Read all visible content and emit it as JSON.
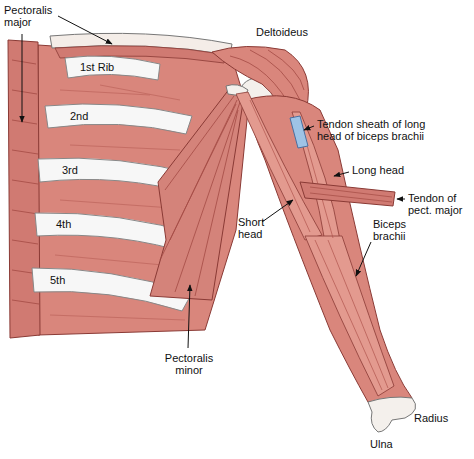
{
  "diagram": {
    "labels": [
      "Pectoralis major",
      "Deltoideus",
      "1st Rib",
      "Tendon sheath of long head of biceps brachii",
      "2nd",
      "Long head",
      "Tendon of pect. major",
      "3rd",
      "Short head",
      "Biceps brachii",
      "4th",
      "5th",
      "Pectoralis minor",
      "Radius",
      "Ulna"
    ]
  }
}
